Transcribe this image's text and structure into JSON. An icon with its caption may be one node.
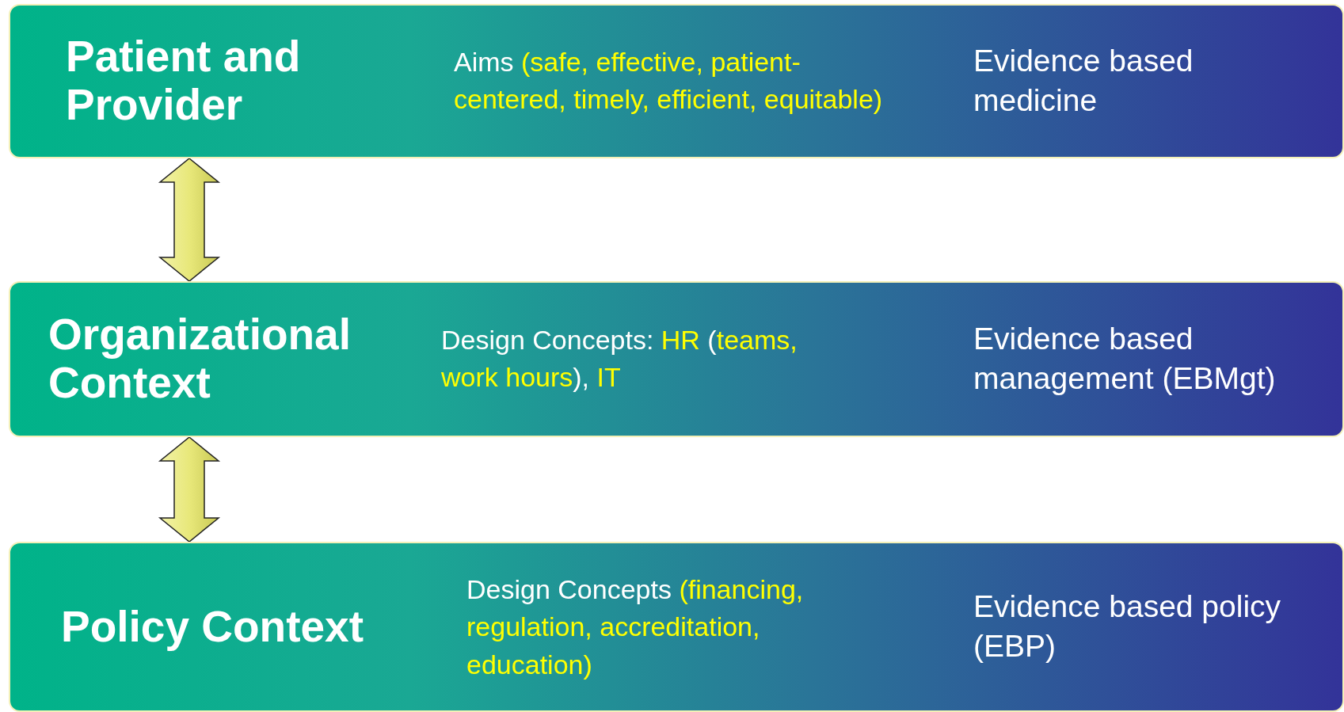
{
  "diagram": {
    "nodes": [
      {
        "text": [
          "Patient and Provider",
          "Aims *(safe, effective, patient-centered, timely, efficient, equitable)*",
          "Evidence based medicine"
        ]
      },
      {
        "text": [
          "Organizational Context",
          "Design Concepts: *HR* (*teams, work hours*), *IT*",
          "Evidence based management (EBMgt)"
        ]
      },
      {
        "text": [
          "Policy Context",
          "Design Concepts *(financing, regulation, accreditation, education)*",
          "Evidence based policy (EBP)"
        ]
      }
    ],
    "edges": [
      {
        "from": 0,
        "to": 1,
        "arrow": "both"
      },
      {
        "from": 1,
        "to": 2,
        "arrow": "both"
      }
    ]
  }
}
